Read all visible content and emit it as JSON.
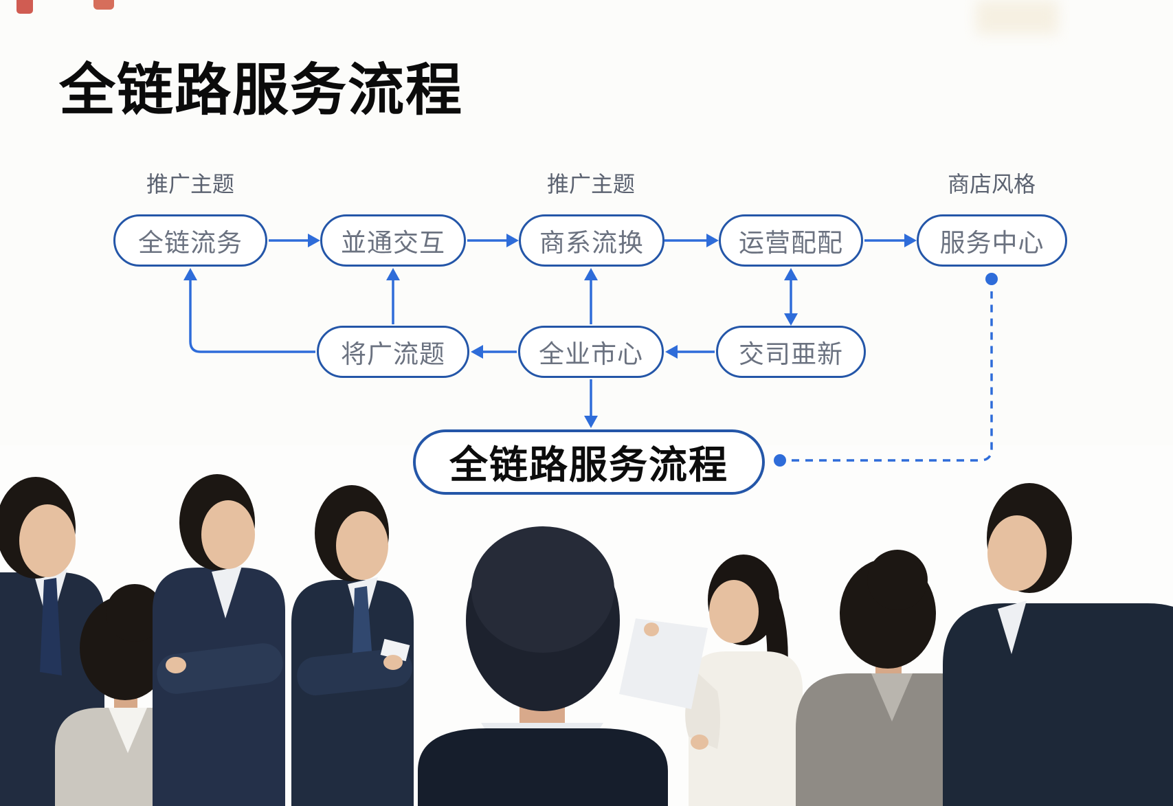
{
  "slide": {
    "title": "全链路服务流程",
    "flow": {
      "labels": [
        "推广主题",
        "推广主题",
        "商店风格"
      ],
      "row1": [
        "全链流务",
        "並通交互",
        "商系流换",
        "运营配配",
        "服务中心"
      ],
      "row2": [
        "将广流题",
        "全业市心",
        "交司亜新"
      ],
      "summary": "全链路服务流程"
    },
    "colors": {
      "node_border": "#2456a8",
      "arrow_blue": "#2e6cd9",
      "dashed_blue": "#2e6cd9",
      "node_text": "#6b7280",
      "label_text": "#5b6270",
      "title_text": "#0b0b0b",
      "background": "#fcfcfa"
    },
    "photo_figures": [
      "businessman-profile-left",
      "businesswoman-bun-back-left",
      "businessman-standing",
      "businessman-holding-card",
      "businessman-back-center",
      "businesswoman-holding-paper",
      "businesswoman-bun-back-right",
      "businessman-profile-right"
    ]
  }
}
